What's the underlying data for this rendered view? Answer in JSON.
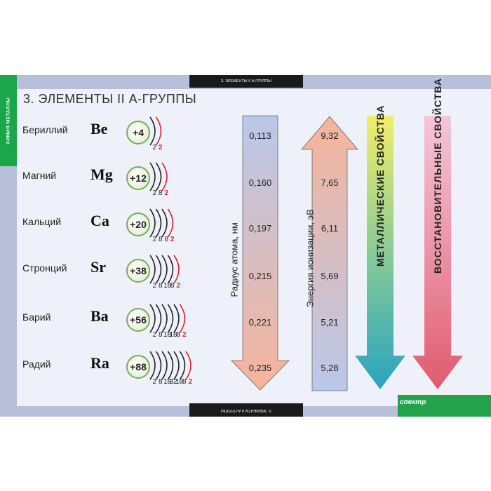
{
  "side_tab": "ХИМИЯ  МЕТАЛЛЫ",
  "top_bar": "3. ЭЛЕМЕНТЫ II А-ГРУППЫ",
  "bottom_bar": "3. ЭЛЕМЕНТЫ II А-ГРУППЫ",
  "title": "3. ЭЛЕМЕНТЫ  II А-ГРУППЫ",
  "elements": [
    {
      "name": "Бериллий",
      "symbol": "Be",
      "charge": "+4",
      "shells": [
        "2",
        "2"
      ]
    },
    {
      "name": "Магний",
      "symbol": "Mg",
      "charge": "+12",
      "shells": [
        "2",
        "8",
        "2"
      ]
    },
    {
      "name": "Кальций",
      "symbol": "Ca",
      "charge": "+20",
      "shells": [
        "2",
        "8",
        "8",
        "2"
      ]
    },
    {
      "name": "Стронций",
      "symbol": "Sr",
      "charge": "+38",
      "shells": [
        "2",
        "8",
        "18",
        "8",
        "2"
      ]
    },
    {
      "name": "Барий",
      "symbol": "Ba",
      "charge": "+56",
      "shells": [
        "2",
        "8",
        "18",
        "18",
        "8",
        "2"
      ]
    },
    {
      "name": "Радий",
      "symbol": "Ra",
      "charge": "+88",
      "shells": [
        "2",
        "8",
        "18",
        "32",
        "18",
        "8",
        "2"
      ]
    }
  ],
  "radius": {
    "label": "Радиус атома, нм",
    "values": [
      "0,113",
      "0,160",
      "0,197",
      "0,215",
      "0,221",
      "0,235"
    ]
  },
  "ionization": {
    "label": "Энергия ионизации, эВ",
    "values": [
      "9,32",
      "7,65",
      "6,11",
      "5,69",
      "5,21",
      "5,28"
    ]
  },
  "metallic_label": "МЕТАЛЛИЧЕСКИЕ  СВОЙСТВА",
  "reducing_label": "ВОССТАНОВИТЕЛЬНЫЕ  СВОЙСТВА",
  "publisher": "спектр",
  "colors": {
    "green": "#1aa64a",
    "valence_red": "#d6232f",
    "radius_arrow_top": "#b9c8ea",
    "radius_arrow_bottom": "#f6b49a",
    "ion_arrow_top": "#f6b49a",
    "ion_arrow_bottom": "#b9c8ea",
    "metal_arrow_top": "#f2ed6a",
    "metal_arrow_bottom": "#2aa3c0",
    "reduce_arrow": "#e86a7a"
  }
}
